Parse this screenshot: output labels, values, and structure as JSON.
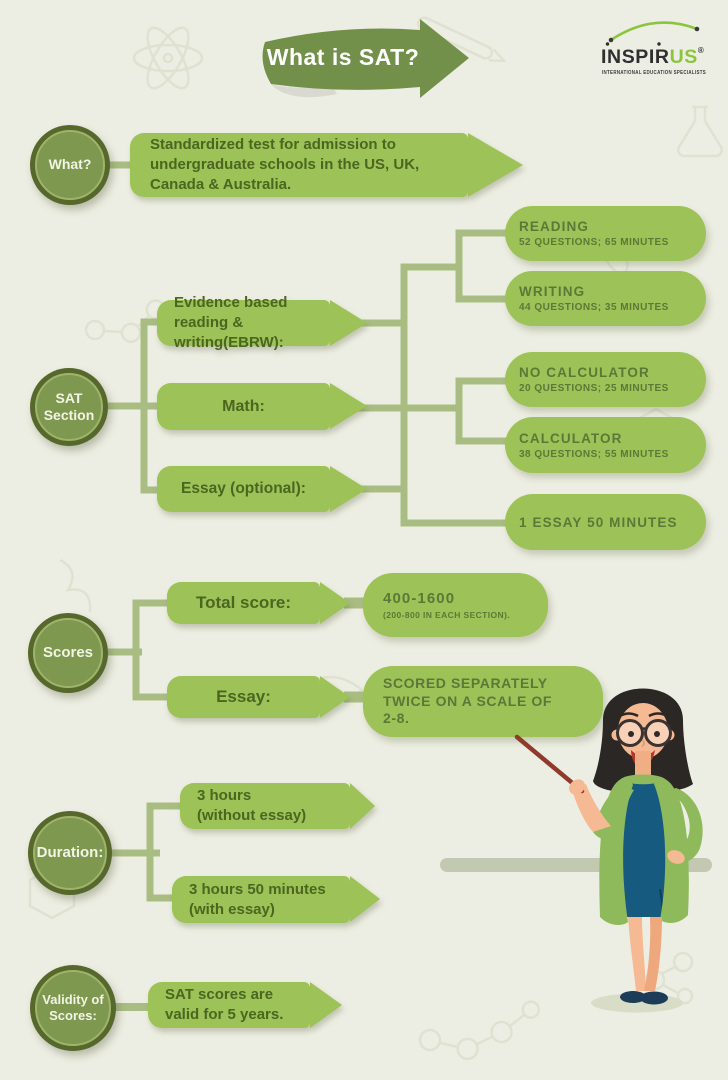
{
  "banner": {
    "title": "What is SAT?"
  },
  "logo": {
    "brand_left": "INSPIR",
    "brand_right": "US",
    "registered": "®",
    "tagline": "INTERNATIONAL EDUCATION SPECIALISTS"
  },
  "what": {
    "node": "What?",
    "description": "Standardized test for admission to undergraduate schools in the US, UK, Canada & Australia."
  },
  "sat_section": {
    "node": "SAT Section",
    "ebrw": {
      "label": "Evidence based reading & writing(EBRW):"
    },
    "math": {
      "label": "Math:"
    },
    "essay": {
      "label": "Essay (optional):"
    },
    "reading": {
      "title": "READING",
      "detail": "52 QUESTIONS; 65 MINUTES"
    },
    "writing": {
      "title": "WRITING",
      "detail": "44 QUESTIONS; 35 MINUTES"
    },
    "no_calculator": {
      "title": "NO CALCULATOR",
      "detail": "20 QUESTIONS; 25 MINUTES"
    },
    "calculator": {
      "title": "CALCULATOR",
      "detail": "38 QUESTIONS; 55 MINUTES"
    },
    "essay_detail": {
      "title": "1 ESSAY 50 MINUTES"
    }
  },
  "scores": {
    "node": "Scores",
    "total": {
      "label": "Total score:",
      "value": "400-1600",
      "note": "(200-800 IN EACH SECTION)."
    },
    "essay": {
      "label": "Essay:",
      "value": "SCORED SEPARATELY TWICE ON A SCALE OF 2-8."
    }
  },
  "duration": {
    "node": "Duration:",
    "without_essay": {
      "line1": "3 hours",
      "line2": "(without essay)"
    },
    "with_essay": {
      "line1": "3 hours 50 minutes",
      "line2": "(with essay)"
    }
  },
  "validity": {
    "node": "Validity of Scores:",
    "description": "SAT scores are valid for 5 years."
  },
  "colors": {
    "background": "#edeee3",
    "box_green": "#9dc258",
    "banner_green": "#73904a",
    "node_outer": "#57682c",
    "node_inner": "#7e9850",
    "connector": "#a9bd82",
    "text_dark": "#4b661f",
    "logo_green": "#8cc43f"
  }
}
